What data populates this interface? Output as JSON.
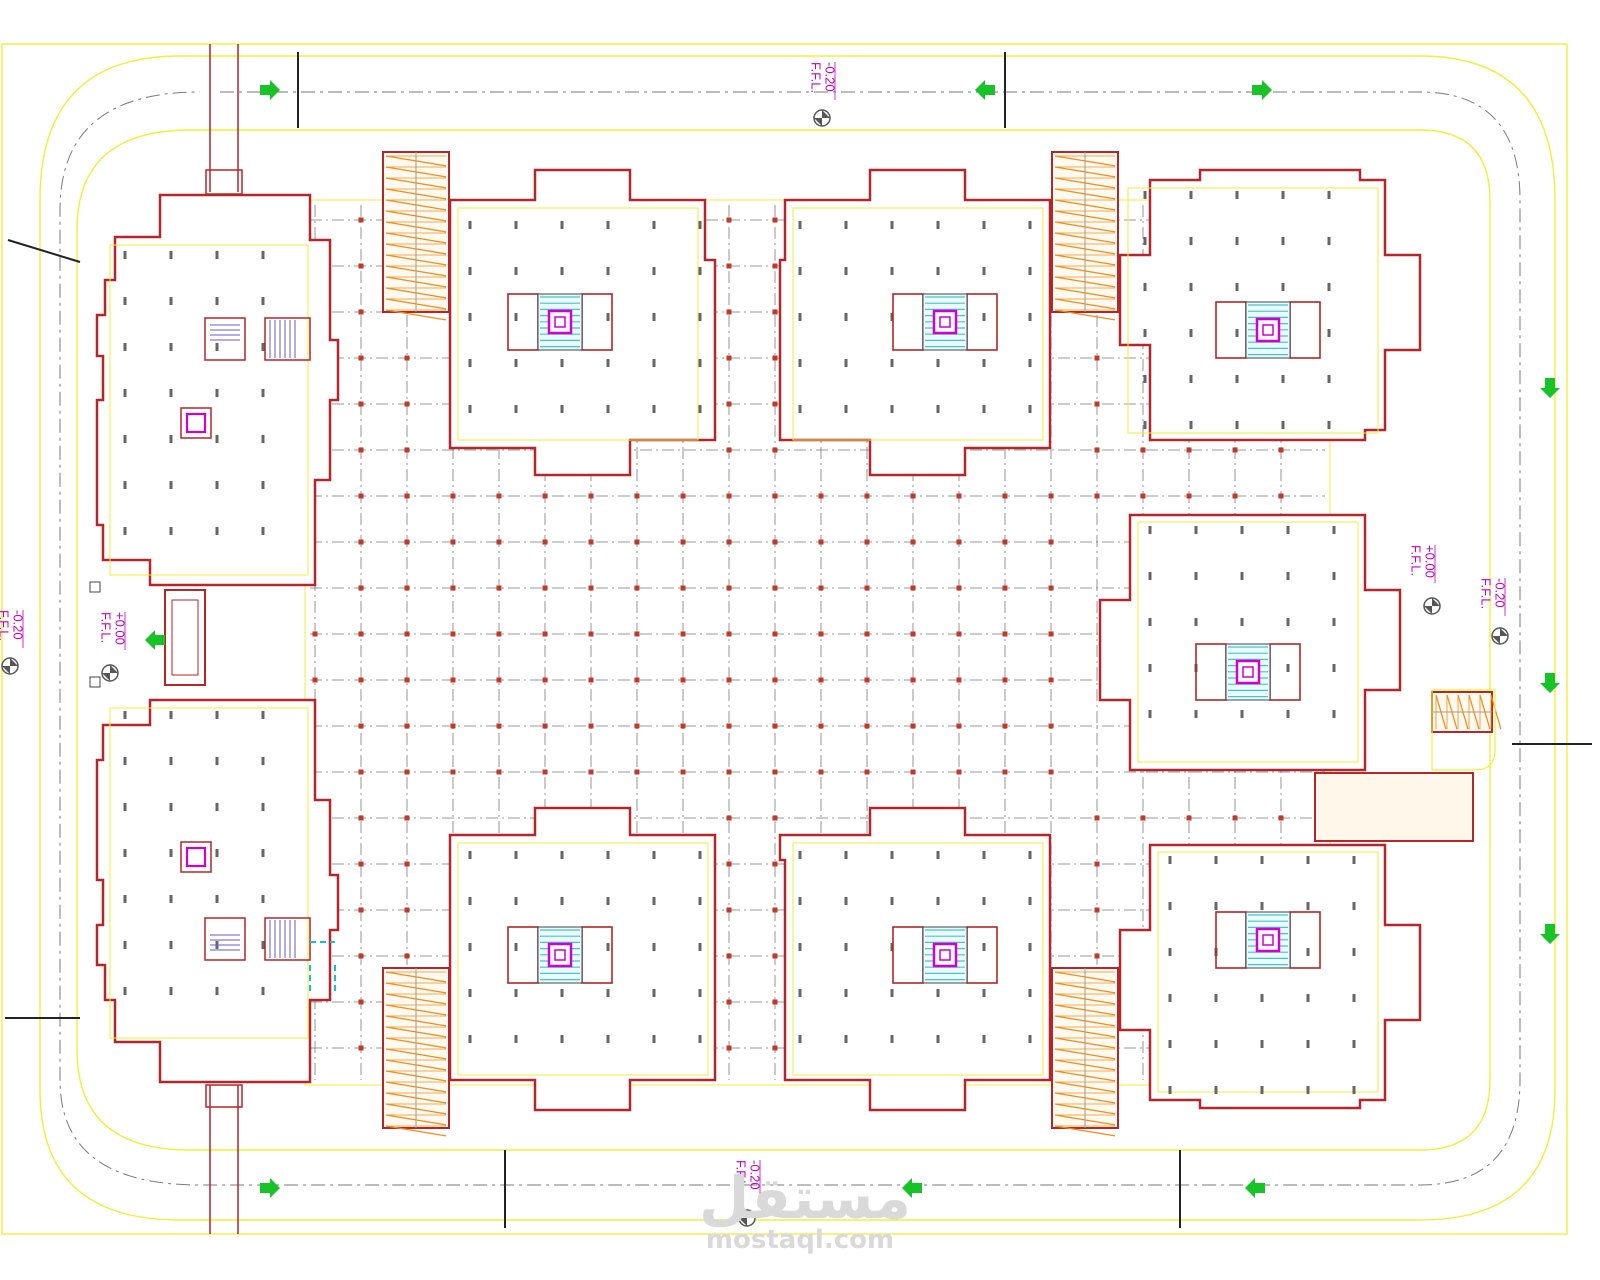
{
  "level_marks": [
    {
      "id": "top",
      "value": "-0.20",
      "tag": "F.F.L."
    },
    {
      "id": "bottom",
      "value": "-0.20",
      "tag": "F.F.L."
    },
    {
      "id": "left-outer",
      "value": "-0.20",
      "tag": "F.F.L."
    },
    {
      "id": "left-inner",
      "value": "+0.00",
      "tag": "F.F.L."
    },
    {
      "id": "right-inner",
      "value": "+0.00",
      "tag": "F.F.L."
    },
    {
      "id": "right-outer",
      "value": "-0.20",
      "tag": "F.F.L."
    }
  ],
  "watermark": {
    "arabic": "مستقل",
    "latin": "mostaql.com"
  },
  "colors": {
    "wall": "#b3262a",
    "boundary": "#f2ee3a",
    "grid": "#7a7a7a",
    "column": "#c0392b",
    "ramp": "#f28c1c",
    "stair": "#4fc1c9",
    "elevator": "#d000d0",
    "arrow": "#17c427",
    "text": "#c000c0"
  },
  "icons": [
    "entrance-arrow-icon",
    "level-marker-icon",
    "stair-core-icon",
    "ramp-hatch-icon"
  ]
}
